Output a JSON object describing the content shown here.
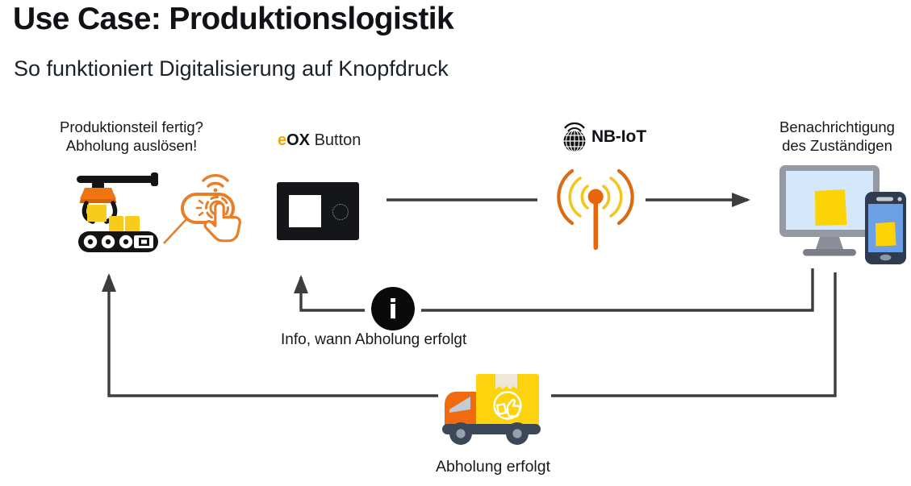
{
  "header": {
    "title": "Use Case: Produktionslogistik",
    "subtitle": "So funktioniert Digitalisierung auf Knopfdruck"
  },
  "steps": {
    "production": {
      "label_line1": "Produktionsteil fertig?",
      "label_line2": "Abholung auslösen!",
      "icons": [
        "robot-gripper-conveyor-icon",
        "press-button-hand-icon"
      ]
    },
    "eox": {
      "brand_e": "e",
      "brand_ox": "OX",
      "label_rest": " Button",
      "icon": "eox-device-icon"
    },
    "network": {
      "label_bold": "NB",
      "label_rest": "-IoT",
      "icons": [
        "globe-signal-icon",
        "antenna-icon"
      ]
    },
    "notification": {
      "label_line1": "Benachrichtigung",
      "label_line2": "des Zuständigen",
      "icons": [
        "monitor-icon",
        "smartphone-icon"
      ]
    }
  },
  "feedback": {
    "info_symbol": "i",
    "info_label": "Info, wann Abholung erfolgt",
    "pickup_label": "Abholung erfolgt",
    "pickup_icon": "delivery-truck-icon"
  },
  "colors": {
    "accent_orange": "#E87E28",
    "signal_orange": "#DB6B12",
    "accent_yellow": "#F8CC1B",
    "sticky_yellow": "#FCD30C",
    "connector_dark": "#3D3D3D",
    "device_black": "#15161A",
    "screen_blue": "#D4E7FB",
    "phone_blue": "#6D9FE4",
    "chassis_navy": "#3C4858"
  }
}
